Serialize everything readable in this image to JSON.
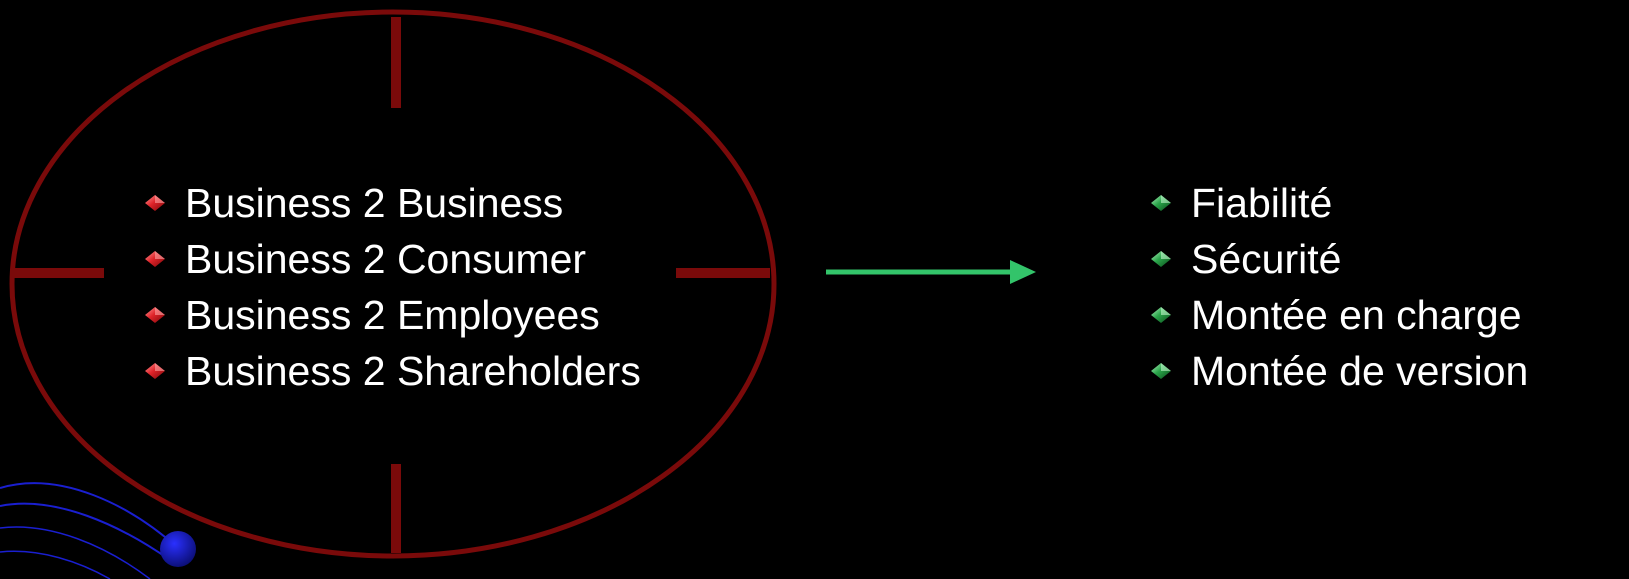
{
  "colors": {
    "background": "#000000",
    "target_ring": "#7a0a0a",
    "arrow": "#33c46a",
    "bullet_left": "#e0242a",
    "bullet_right": "#2aa54a",
    "text": "#ffffff",
    "swoosh": "#1a1fd0"
  },
  "left_list": {
    "bullet_icon": "red-diamond-bullet-icon",
    "items": [
      "Business 2 Business",
      "Business 2 Consumer",
      "Business 2 Employees",
      "Business 2 Shareholders"
    ]
  },
  "connector": {
    "icon": "right-arrow-icon"
  },
  "right_list": {
    "bullet_icon": "green-diamond-bullet-icon",
    "items": [
      "Fiabilité",
      "Sécurité",
      "Montée en charge",
      "Montée de version"
    ]
  }
}
